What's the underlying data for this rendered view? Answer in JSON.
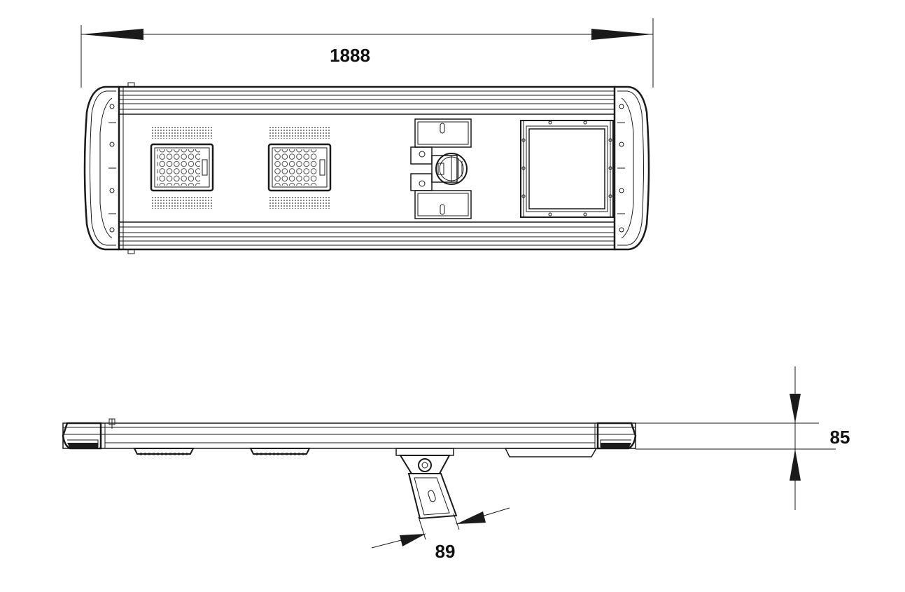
{
  "dimensions": {
    "overall_length": "1888",
    "height": "85",
    "bracket_width": "89"
  },
  "colors": {
    "line": "#1a1a1a",
    "background": "#ffffff"
  }
}
